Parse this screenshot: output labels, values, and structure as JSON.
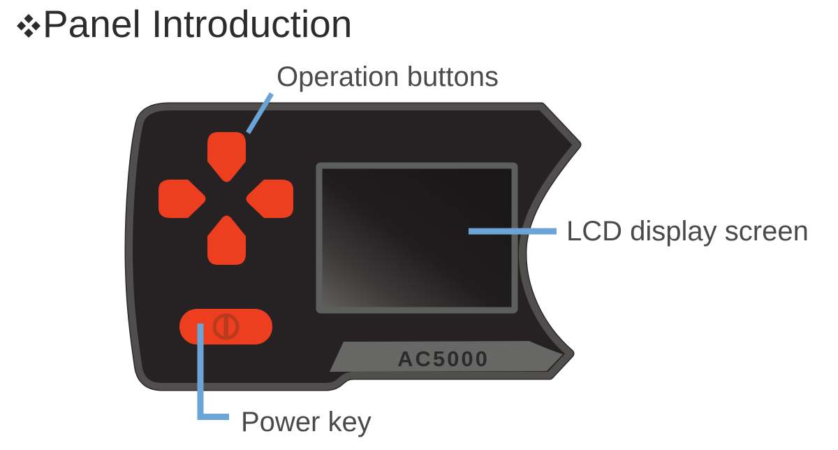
{
  "title": {
    "bullet_icon": "four-diamonds",
    "text": "Panel Introduction"
  },
  "callouts": {
    "operation_buttons": {
      "label": "Operation buttons",
      "target": "dpad"
    },
    "lcd_display": {
      "label": "LCD display screen",
      "target": "screen"
    },
    "power_key": {
      "label": "Power key",
      "target": "power-button"
    }
  },
  "device": {
    "model": "AC5000",
    "power_icon": "power-symbol",
    "dpad_buttons": [
      "up",
      "left",
      "right",
      "down"
    ]
  },
  "colors": {
    "callout_blue": "#6BA5D8",
    "button_red": "#EE3E20",
    "power_icon_red": "#BA3A1E",
    "body_fill": "#262223",
    "body_border": "#514F4E",
    "body_outer_line": "#2B2928",
    "band_gray": "#676765",
    "screen_frame": "#5D5F5C",
    "label_gray": "#4A4A4A",
    "title_color": "#2D2B2C",
    "model_text": "#2D2A2B"
  }
}
